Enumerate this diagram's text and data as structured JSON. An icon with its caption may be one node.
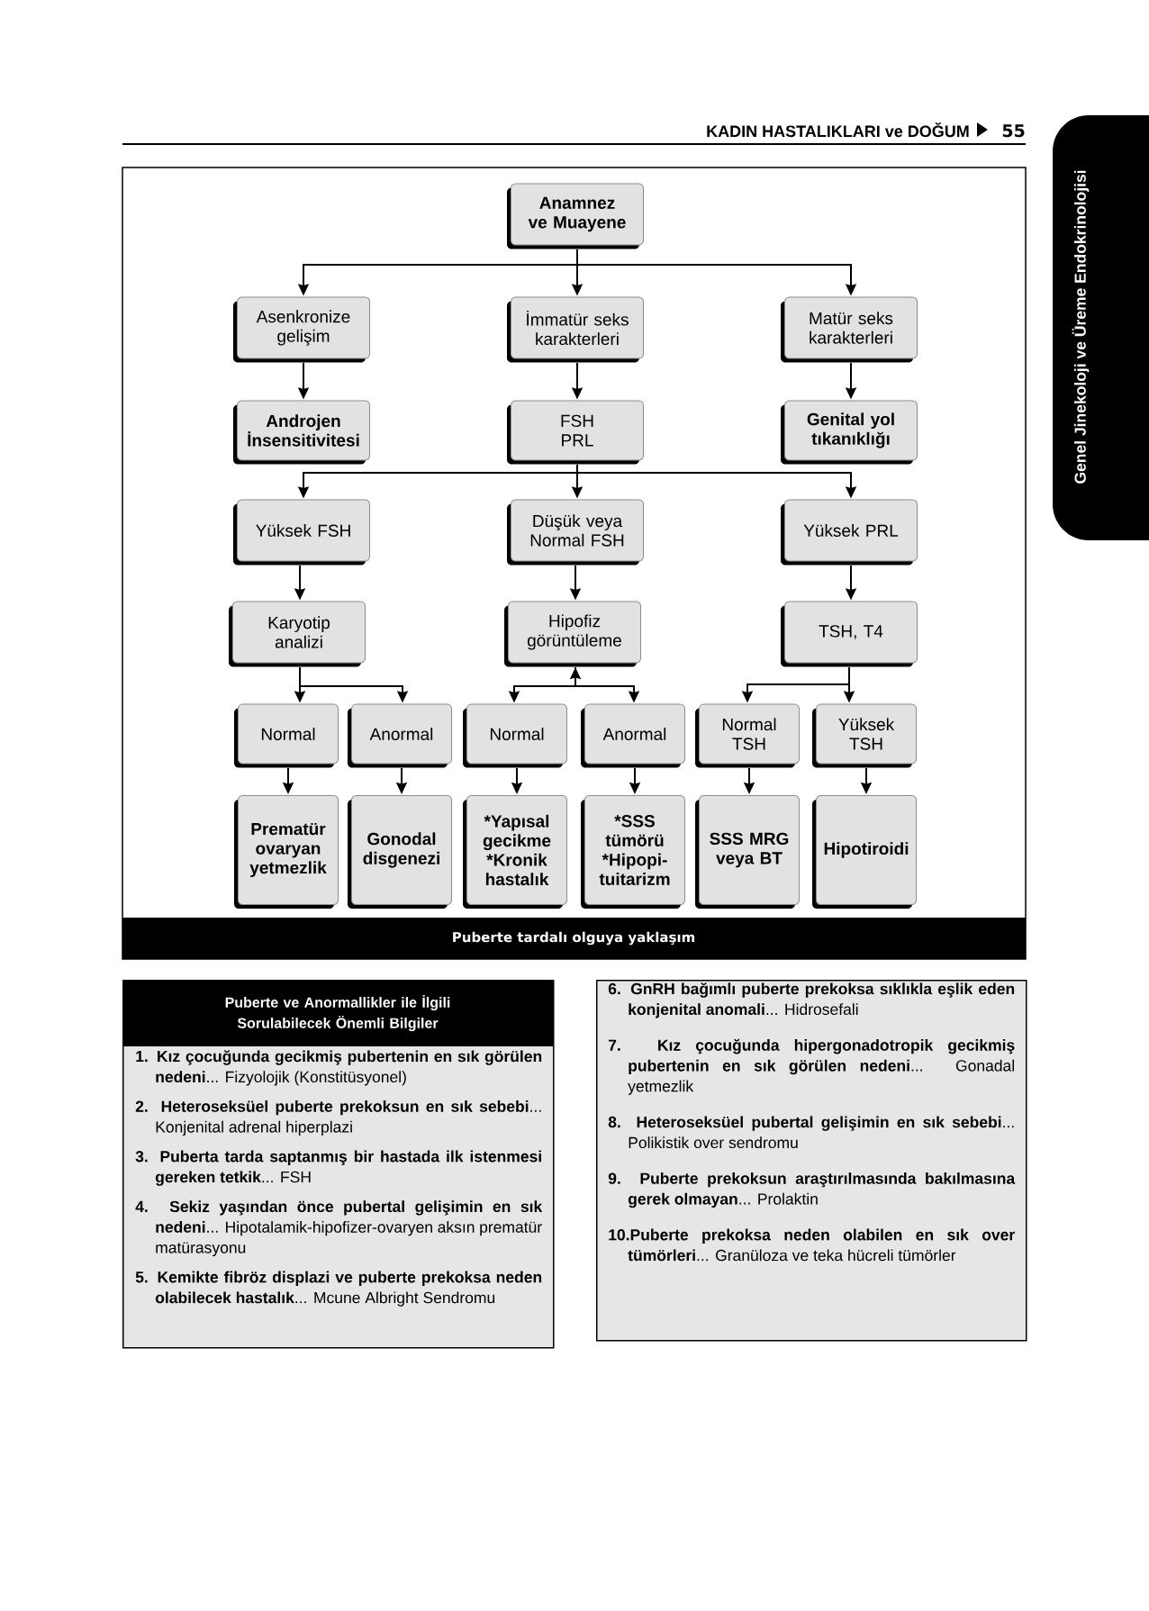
{
  "diagram": {
    "caption": "Puberte tardalı olguya yaklaşım",
    "nodes": [
      {
        "text": [
          "Anamnez ve Muayene"
        ]
      },
      {
        "text": [
          "Asenkronize gelişim"
        ]
      },
      {
        "text": [
          "İmmatür seks karakterleri"
        ]
      },
      {
        "text": [
          "Matür seks karakterleri"
        ]
      },
      {
        "text": [
          "Androjen İnsensitivitesi"
        ]
      },
      {
        "text": [
          "FSH",
          "PRL"
        ]
      },
      {
        "text": [
          "Genital yol tıkanıklığı"
        ]
      },
      {
        "text": [
          "Yüksek FSH"
        ]
      },
      {
        "text": [
          "Düşük veya Normal FSH"
        ]
      },
      {
        "text": [
          "Yüksek PRL"
        ]
      },
      {
        "text": [
          "Karyotip analizi"
        ]
      },
      {
        "text": [
          "Hipofiz görüntüleme"
        ]
      },
      {
        "text": [
          "TSH, T4"
        ]
      },
      {
        "text": [
          "Normal"
        ]
      },
      {
        "text": [
          "Anormal"
        ]
      },
      {
        "text": [
          "Normal"
        ]
      },
      {
        "text": [
          "Anormal"
        ]
      },
      {
        "text": [
          "Normal TSH"
        ]
      },
      {
        "text": [
          "Yüksek TSH"
        ]
      },
      {
        "text": [
          "Prematür ovaryan yetmezlik"
        ]
      },
      {
        "text": [
          "Gonodal disgenezi"
        ]
      },
      {
        "text": [
          "*Yapısal gecikme",
          "*Kronik hastalık"
        ]
      },
      {
        "text": [
          "*SSS tümörü",
          "*Hipopi- tuitarizm"
        ]
      },
      {
        "text": [
          "SSS MRG veya BT"
        ]
      },
      {
        "text": [
          "Hipotiroidi"
        ]
      },
      {
        "text": [
          "Puberte ve Anormallikler ile İlgili Sorulabilecek Önemli Bilgiler",
          "**1. Kız çocuğunda gecikmiş pubertenin en sık görülen nedeni**... Fizyolojik (Konstitüsyonel)",
          "**2. Heteroseksüel puberte prekoksun en sık sebebi**... Konjenital adrenal hiperplazi",
          "**3. Puberta tarda saptanmış bir hastada ilk istenmesi gereken tetkik**... FSH",
          "**4. Sekiz yaşından önce pubertal gelişimin en sık nedeni**... Hipotalamik-hipofizer-ovaryen aksın prematür matürasyonu",
          "**5. Kemikte fibröz displazi ve puberte prekoksa neden olabilecek hastalık**... Mcune Albright Sendromu"
        ]
      },
      {
        "text": [
          "**6. GnRH bağımlı puberte prekoksa sıklıkla eşlik eden konjenital anomali**... Hidrosefali",
          "**7. Kız çocuğunda hipergonadotropik gecikmiş pubertenin en sık görülen nedeni**... Gonadal yetmezlik",
          "**8. Heteroseksüel pubertal gelişimin en sık sebebi**... Polikistik over sendromu",
          "**9. Puberte prekoksun araştırılmasında bakılmasına gerek olmayan**... Prolaktin",
          "**10.Puberte prekoksa neden olabilen en sık over tümörleri**... Granüloza ve teka hücreli tümörler"
        ]
      }
    ],
    "edges": [
      {
        "from": 0,
        "to": 1,
        "arrow": "to"
      },
      {
        "from": 0,
        "to": 2,
        "arrow": "to"
      },
      {
        "from": 0,
        "to": 3,
        "arrow": "to"
      },
      {
        "from": 1,
        "to": 4,
        "arrow": "to"
      },
      {
        "from": 2,
        "to": 5,
        "arrow": "to"
      },
      {
        "from": 3,
        "to": 6,
        "arrow": "to"
      },
      {
        "from": 5,
        "to": 7,
        "arrow": "to"
      },
      {
        "from": 5,
        "to": 8,
        "arrow": "to"
      },
      {
        "from": 5,
        "to": 9,
        "arrow": "to"
      },
      {
        "from": 7,
        "to": 10,
        "arrow": "to"
      },
      {
        "from": 8,
        "to": 11,
        "arrow": "to"
      },
      {
        "from": 9,
        "to": 12,
        "arrow": "to"
      },
      {
        "from": 10,
        "to": 13,
        "arrow": "to"
      },
      {
        "from": 10,
        "to": 14,
        "arrow": "to"
      },
      {
        "from": 11,
        "to": 15,
        "arrow": "both"
      },
      {
        "from": 11,
        "to": 16,
        "arrow": "to"
      },
      {
        "from": 12,
        "to": 17,
        "arrow": "to"
      },
      {
        "from": 12,
        "to": 18,
        "arrow": "to"
      },
      {
        "from": 13,
        "to": 19,
        "arrow": "to"
      },
      {
        "from": 14,
        "to": 20,
        "arrow": "to"
      },
      {
        "from": 15,
        "to": 21,
        "arrow": "to"
      },
      {
        "from": 16,
        "to": 22,
        "arrow": "to"
      },
      {
        "from": 17,
        "to": 23,
        "arrow": "to"
      },
      {
        "from": 18,
        "to": 24,
        "arrow": "to"
      }
    ],
    "labels": [
      "KADIN HASTALIKLARI ve DOĞUM",
      "55",
      "Genel Jinekoloji ve Üreme Endokrinolojisi"
    ]
  }
}
